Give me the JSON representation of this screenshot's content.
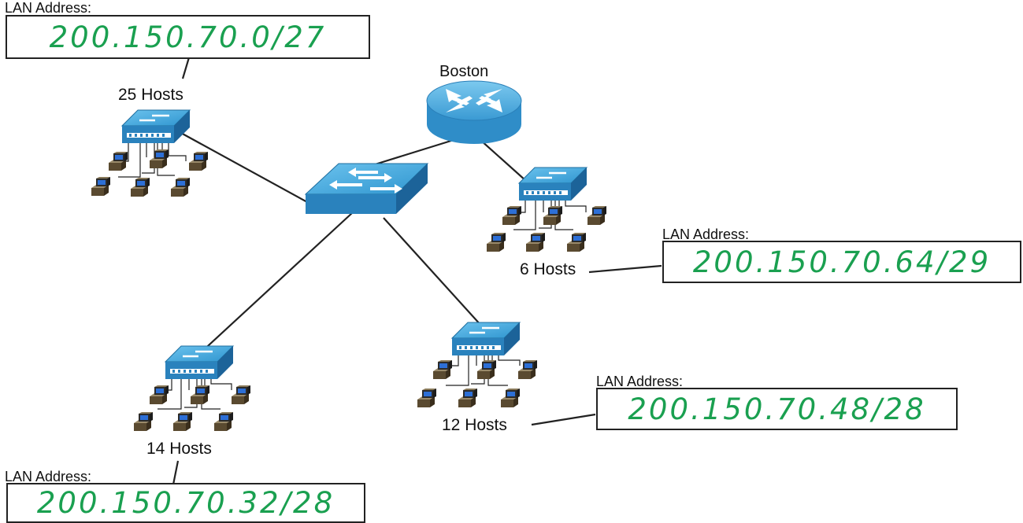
{
  "colors": {
    "address": "#1aa050",
    "device_blue": "#2a8fc9",
    "device_light": "#5bb7e6",
    "line": "#222222"
  },
  "router": {
    "label": "Boston",
    "icon": "router-icon"
  },
  "core_switch": {
    "icon": "switch-icon"
  },
  "lans": [
    {
      "id": "lan-a",
      "hosts": "25 Hosts",
      "lan_label": "LAN Address:",
      "address": "200.150.70.0/27"
    },
    {
      "id": "lan-b",
      "hosts": "6 Hosts",
      "lan_label": "LAN Address:",
      "address": "200.150.70.64/29"
    },
    {
      "id": "lan-c",
      "hosts": "12 Hosts",
      "lan_label": "LAN Address:",
      "address": "200.150.70.48/28"
    },
    {
      "id": "lan-d",
      "hosts": "14 Hosts",
      "lan_label": "LAN Address:",
      "address": "200.150.70.32/28"
    }
  ]
}
